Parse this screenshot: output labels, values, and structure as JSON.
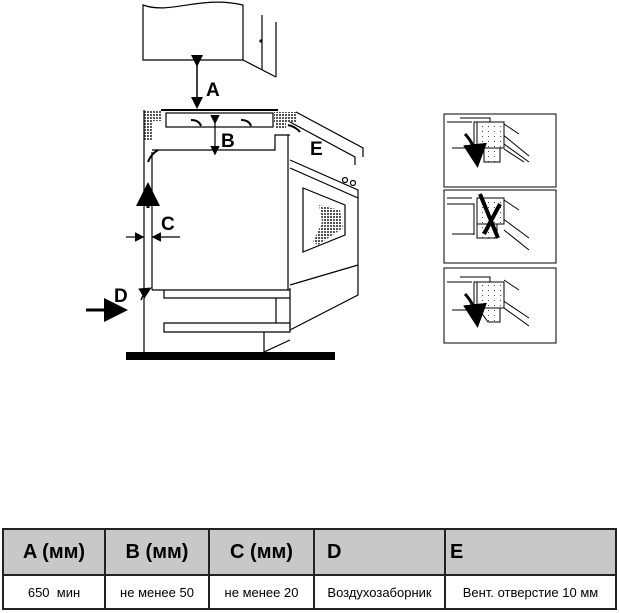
{
  "diagram": {
    "labels": {
      "a": "A",
      "b": "B",
      "c": "C",
      "d": "D",
      "e": "E"
    }
  },
  "table": {
    "headers": [
      "A (мм)",
      "B (мм)",
      "C (мм)",
      "D",
      "E"
    ],
    "values": [
      "650  мин",
      "не менее 50",
      "не менее 20",
      "Воздухозаборник",
      "Вент. отверстие 10 мм"
    ]
  }
}
